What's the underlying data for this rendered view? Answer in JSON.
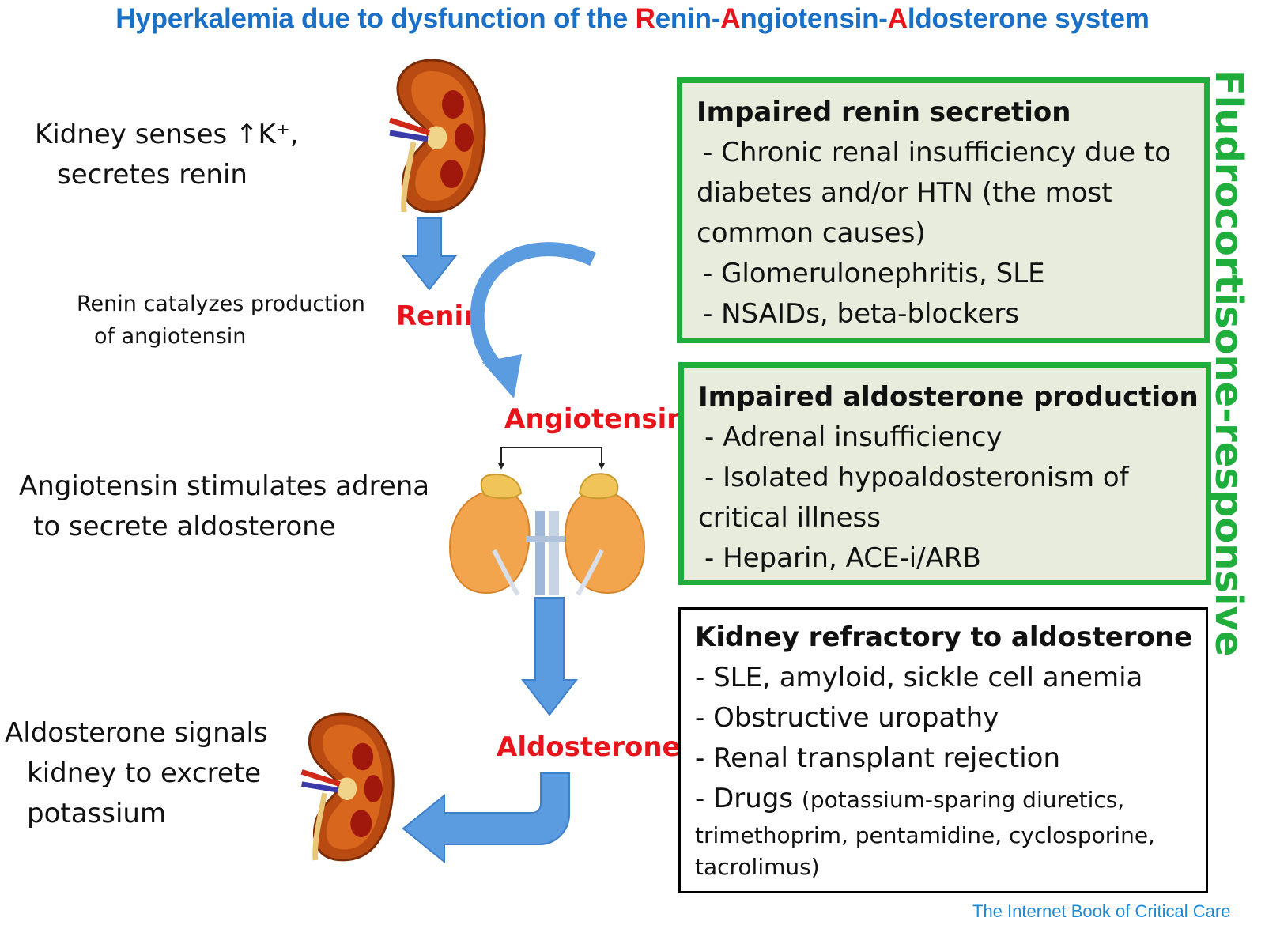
{
  "title": {
    "prefix": "Hyperkalemia due to dysfunction of the ",
    "r": "R",
    "renin_rest": "enin-",
    "a1": "A",
    "angio_rest": "ngiotensin-",
    "a2": "A",
    "aldo_rest": "ldosterone system"
  },
  "steps": {
    "kidney_senses": {
      "line1": "Kidney senses ↑K⁺,",
      "line2": "secretes renin"
    },
    "renin_catalyzes": {
      "line1": "Renin catalyzes production",
      "line2": "of angiotensin"
    },
    "angiotensin_stimulates": {
      "line1": "Angiotensin stimulates adrena",
      "line2": "to secrete aldosterone"
    },
    "aldosterone_signals": {
      "line1": "Aldosterone signals",
      "line2": "kidney to excrete",
      "line3": "potassium"
    }
  },
  "hormones": {
    "renin": "Renin",
    "angiotensin": "Angiotensin",
    "aldosterone": "Aldosterone"
  },
  "boxes": {
    "renin": {
      "heading": "Impaired renin secretion",
      "items": [
        "- Chronic renal insufficiency due to",
        "diabetes and/or HTN (the most",
        "common causes)",
        "- Glomerulonephritis, SLE",
        "- NSAIDs, beta-blockers"
      ]
    },
    "aldosterone": {
      "heading": "Impaired aldosterone production",
      "items": [
        "- Adrenal insufficiency",
        "- Isolated hypoaldosteronism of",
        "critical illness",
        "- Heparin, ACE-i/ARB"
      ]
    },
    "refractory": {
      "heading": "Kidney refractory to aldosterone",
      "items": [
        "- SLE, amyloid, sickle cell anemia",
        "- Obstructive uropathy",
        "- Renal transplant rejection"
      ],
      "drugs_label": "- Drugs",
      "drugs_note": "(potassium-sparing diuretics,",
      "tail1": "trimethoprim, pentamidine, cyclosporine,",
      "tail2": "tacrolimus)"
    }
  },
  "side_label": "Fludrocortisone-responsive",
  "credit": "The Internet Book of Critical Care",
  "icons": [
    "kidney-icon",
    "adrenal-glands-icon",
    "arrow-down-icon",
    "curved-arrow-icon",
    "bent-arrow-icon"
  ],
  "colors": {
    "title_blue": "#1a70c6",
    "hormone_red": "#e8141b",
    "box_green": "#1fad3c",
    "box_fill": "#e8ecdd",
    "arrow_blue": "#5b9be0"
  }
}
